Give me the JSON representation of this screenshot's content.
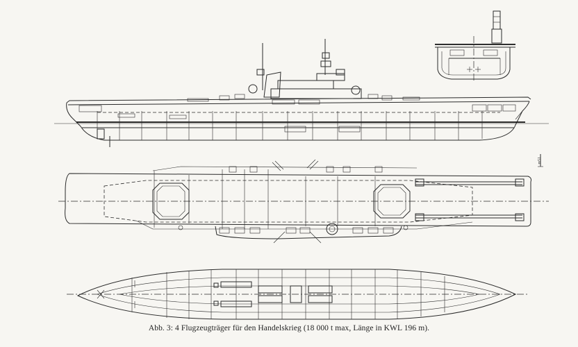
{
  "figure": {
    "caption_prefix": "Abb. 3:",
    "caption_text": "4 Flugzeugträger für den Handelskrieg (18 000 t max, Länge in KWL 196 m).",
    "scale_label": "m51"
  },
  "views": [
    {
      "id": "side",
      "label": "profile"
    },
    {
      "id": "plan",
      "label": "flight-deck-plan"
    },
    {
      "id": "hull",
      "label": "hull-lines-plan"
    },
    {
      "id": "section",
      "label": "midship-section"
    }
  ]
}
